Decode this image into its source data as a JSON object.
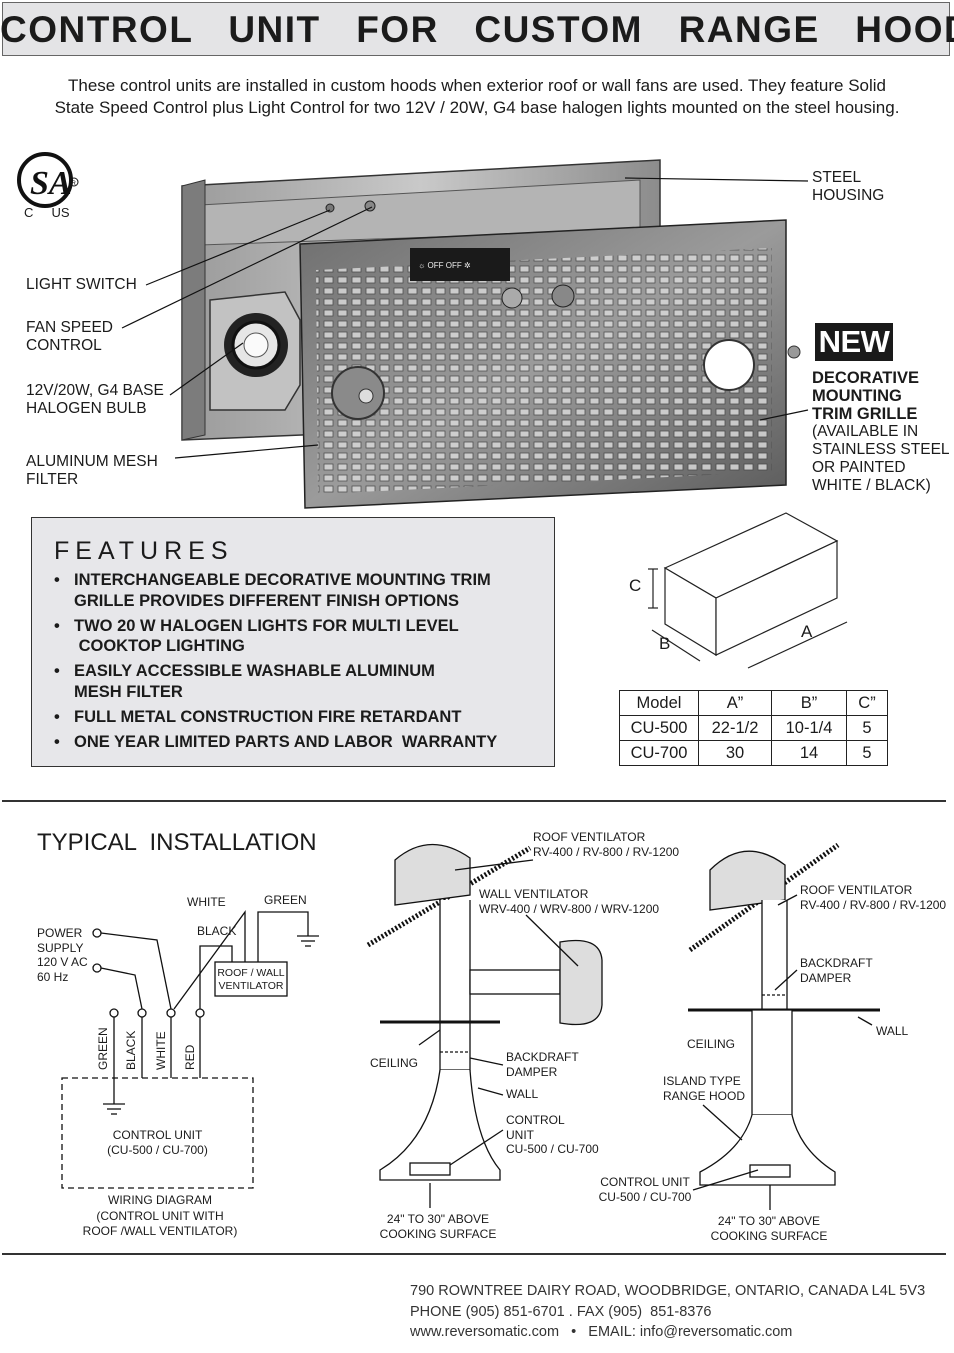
{
  "title": "CONTROL  UNIT  FOR  CUSTOM  RANGE  HOOD",
  "intro_line1": "These control units are installed in custom hoods when exterior roof or wall fans are used. They feature  Solid",
  "intro_line2": "State Speed Control plus Light Control for two 12V / 20W, G4 base halogen lights mounted on the steel housing.",
  "cert": {
    "c": "C",
    "us": "US"
  },
  "callouts": {
    "steel_housing_1": "STEEL",
    "steel_housing_2": "HOUSING",
    "light_switch": "LIGHT SWITCH",
    "fan_speed_1": "FAN SPEED",
    "fan_speed_2": "CONTROL",
    "bulb_1": "12V/20W, G4 BASE",
    "bulb_2": "HALOGEN BULB",
    "filter_1": "ALUMINUM MESH",
    "filter_2": "FILTER"
  },
  "new_badge": "NEW",
  "decorative": {
    "line1": "DECORATIVE",
    "line2": "MOUNTING",
    "line3": "TRIM GRILLE",
    "line4": "(AVAILABLE IN",
    "line5": "STAINLESS STEEL",
    "line6": "OR PAINTED",
    "line7": "WHITE / BLACK)"
  },
  "features": {
    "title": "FEATURES",
    "bullet": "•",
    "items": [
      {
        "l1": "INTERCHANGEABLE DECORATIVE MOUNTING TRIM",
        "l2": "GRILLE PROVIDES DIFFERENT FINISH OPTIONS"
      },
      {
        "l1": "TWO 20 W HALOGEN LIGHTS FOR MULTI  LEVEL",
        "l2": " COOKTOP LIGHTING"
      },
      {
        "l1": "EASILY ACCESSIBLE WASHABLE ALUMINUM",
        "l2": "MESH FILTER"
      },
      {
        "l1": "FULL METAL CONSTRUCTION FIRE RETARDANT",
        "l2": ""
      },
      {
        "l1": "ONE YEAR LIMITED PARTS AND LABOR  WARRANTY",
        "l2": ""
      }
    ]
  },
  "box_labels": {
    "a": "A",
    "b": "B",
    "c": "C"
  },
  "dims_table": {
    "headers": [
      "Model",
      "A”",
      "B”",
      "C”"
    ],
    "rows": [
      [
        "CU-500",
        "22-1/2",
        "10-1/4",
        "5"
      ],
      [
        "CU-700",
        "30",
        "14",
        "5"
      ]
    ]
  },
  "install": {
    "title": "TYPICAL  INSTALLATION",
    "wiring": {
      "power_1": "POWER",
      "power_2": "SUPPLY",
      "power_3": "120 V AC",
      "power_4": "60 Hz",
      "white": "WHITE",
      "green": "GREEN",
      "black": "BLACK",
      "vent_1": "ROOF / WALL",
      "vent_2": "VENTILATOR",
      "w_green": "GREEN",
      "w_black": "BLACK",
      "w_white": "WHITE",
      "w_red": "RED",
      "cu_1": "CONTROL UNIT",
      "cu_2": "(CU-500 / CU-700)",
      "cap_1": "WIRING DIAGRAM",
      "cap_2": "(CONTROL UNIT WITH",
      "cap_3": "ROOF /WALL VENTILATOR)"
    },
    "wall_hood": {
      "roof_1": "ROOF VENTILATOR",
      "roof_2": "RV-400 / RV-800 / RV-1200",
      "wall_vent_1": "WALL VENTILATOR",
      "wall_vent_2": "WRV-400 / WRV-800 / WRV-1200",
      "ceiling": "CEILING",
      "damper_1": "BACKDRAFT",
      "damper_2": "DAMPER",
      "wall": "WALL",
      "cu_1": "CONTROL",
      "cu_2": "UNIT",
      "cu_3": "CU-500 / CU-700",
      "above_1": "24\" TO 30\" ABOVE",
      "above_2": "COOKING SURFACE"
    },
    "island_hood": {
      "roof_1": "ROOF VENTILATOR",
      "roof_2": "RV-400 / RV-800 / RV-1200",
      "damper_1": "BACKDRAFT",
      "damper_2": "DAMPER",
      "wall": "WALL",
      "ceiling": "CEILING",
      "island_1": "ISLAND TYPE",
      "island_2": "RANGE HOOD",
      "cu_1": "CONTROL UNIT",
      "cu_2": "CU-500 / CU-700",
      "above_1": "24\" TO 30\" ABOVE",
      "above_2": "COOKING SURFACE"
    }
  },
  "footer": {
    "address": "790 ROWNTREE DAIRY ROAD, WOODBRIDGE, ONTARIO, CANADA L4L 5V3",
    "phone": "PHONE (905) 851-6701 . FAX (905)  851-8376",
    "web": "www.reversomatic.com   •   EMAIL: info@reversomatic.com"
  }
}
